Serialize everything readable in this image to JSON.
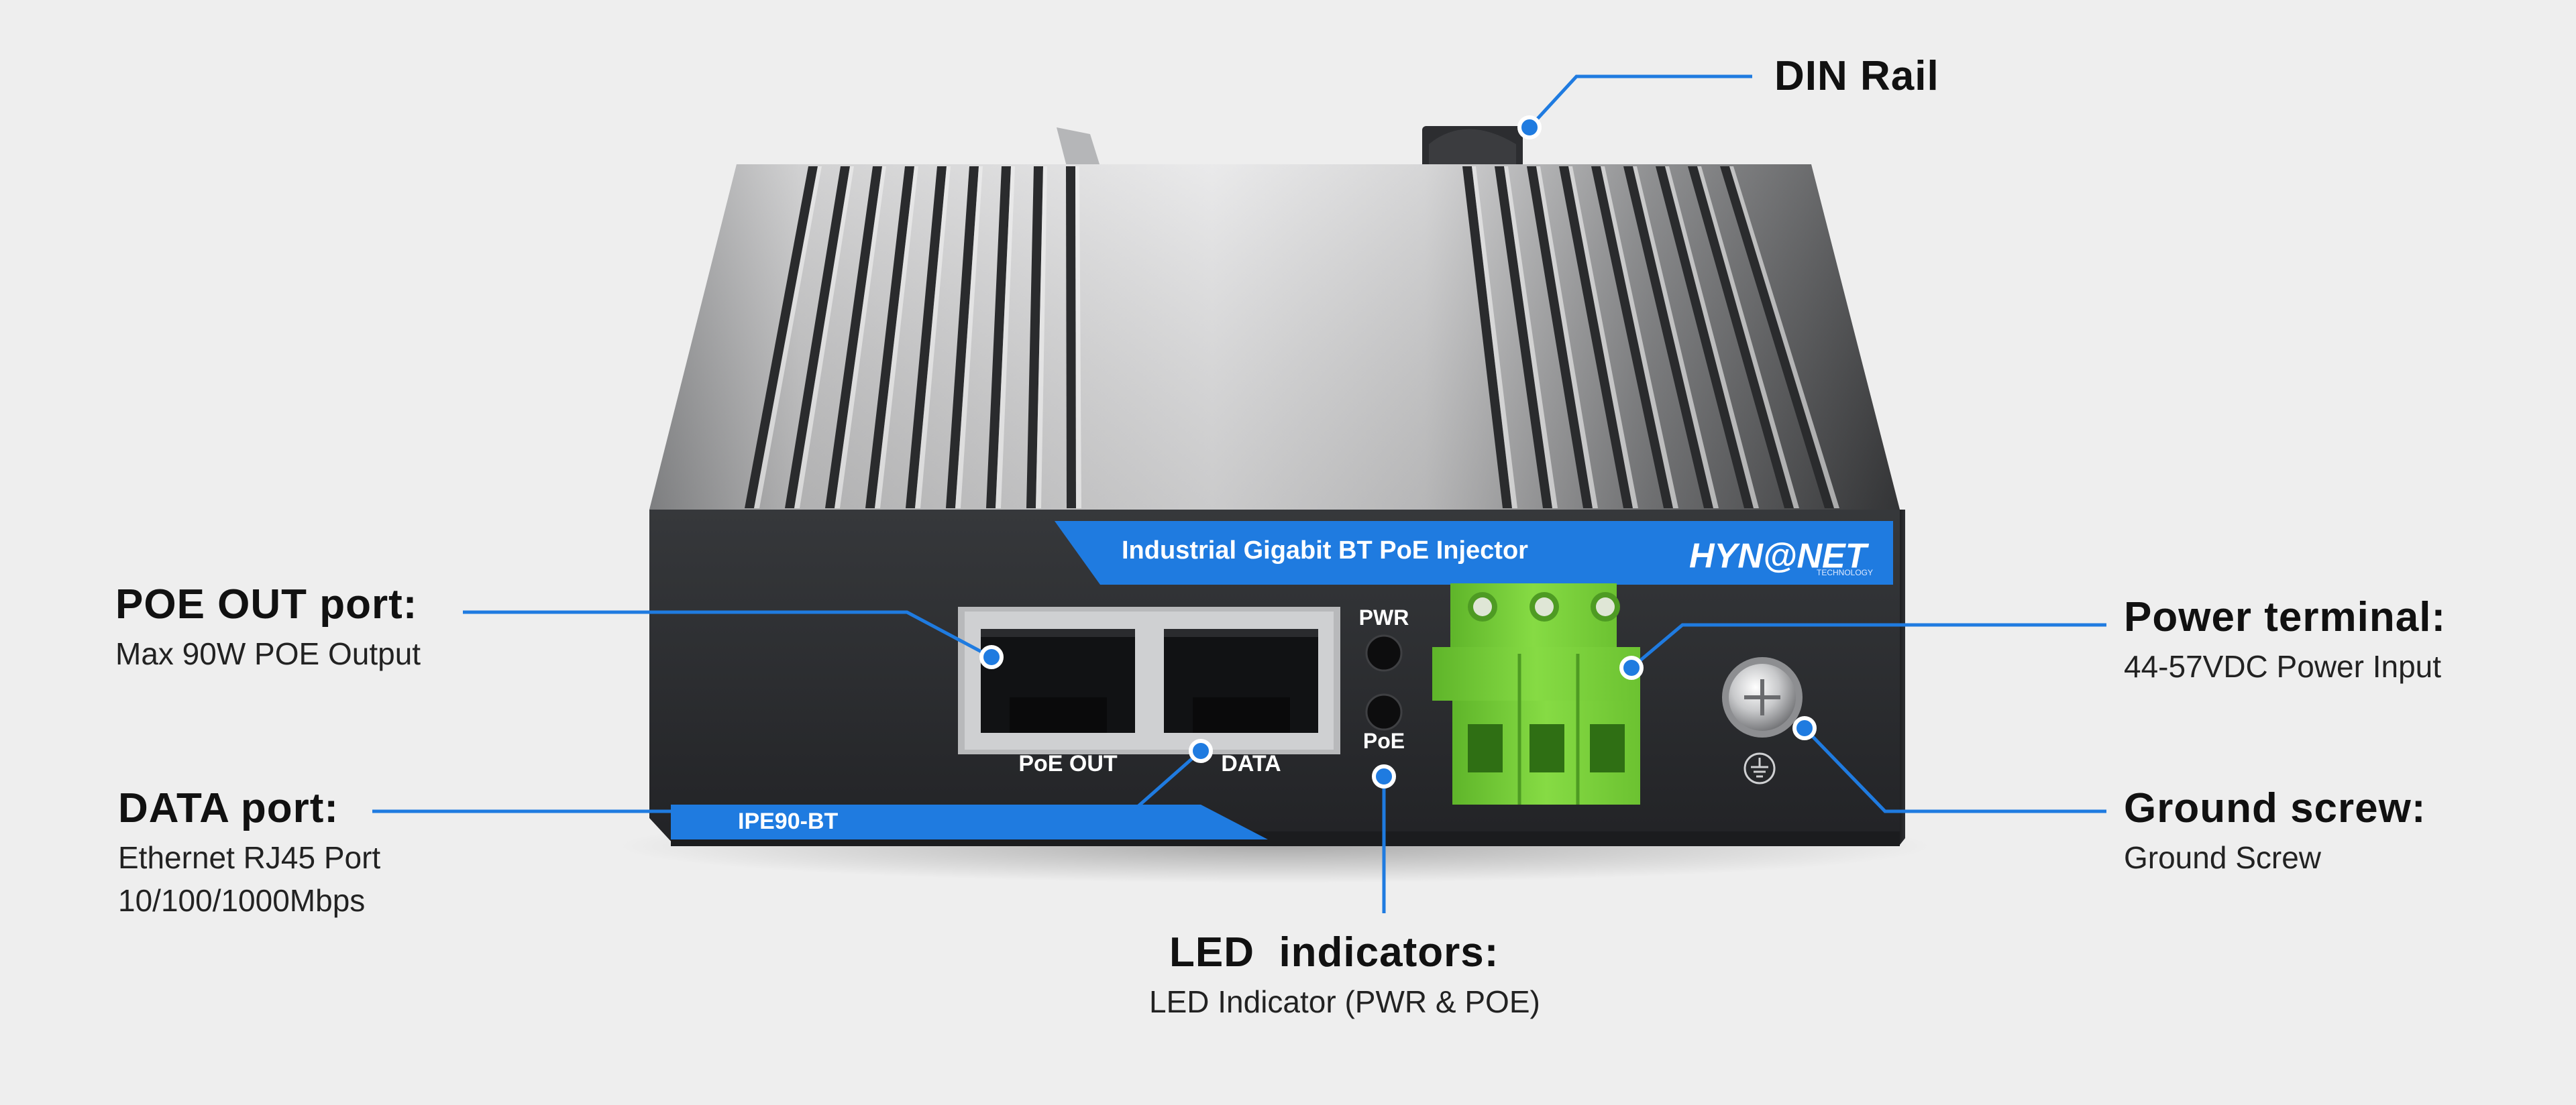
{
  "device": {
    "banner_text": "Industrial Gigabit BT PoE Injector",
    "brand": "HYN@NET",
    "brand_sub": "TECHNOLOGY",
    "model": "IPE90-BT",
    "port_labels": [
      "PoE OUT",
      "DATA"
    ],
    "led_labels": [
      "PWR",
      "PoE"
    ]
  },
  "callouts": {
    "din_rail": {
      "title": "DIN Rail"
    },
    "poe_out": {
      "title": "POE OUT port:",
      "desc": "Max 90W POE Output"
    },
    "data_port": {
      "title": "DATA port:",
      "desc_lines": [
        "Ethernet RJ45 Port",
        "10/100/1000Mbps"
      ]
    },
    "led": {
      "title": "LED  indicators:",
      "desc": "LED Indicator (PWR & POE)"
    },
    "power": {
      "title": "Power terminal:",
      "desc": "44-57VDC Power Input"
    },
    "ground": {
      "title": "Ground screw:",
      "desc": "Ground Screw"
    }
  },
  "colors": {
    "accent": "#1f7be0",
    "terminal_green": "#7ed43a",
    "body": "#2b2d30"
  }
}
